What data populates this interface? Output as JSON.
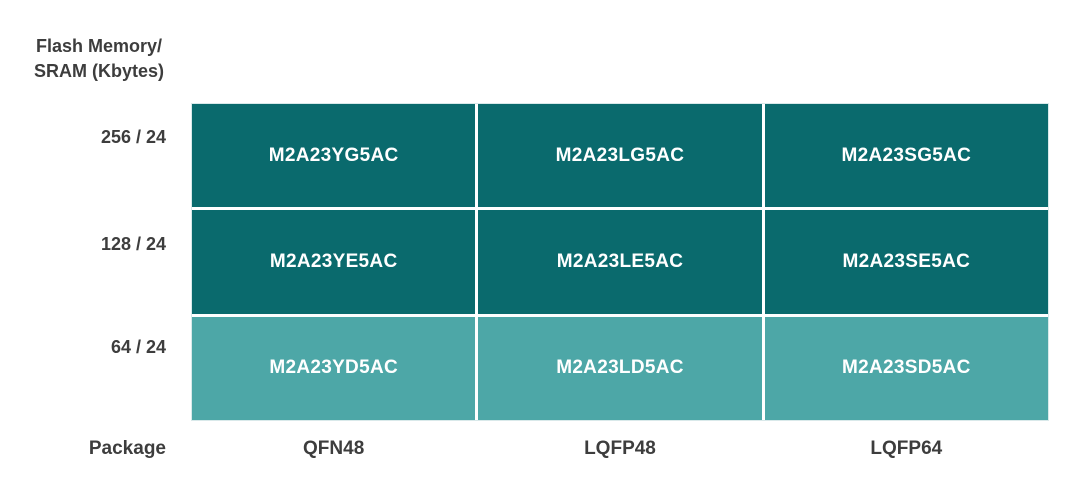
{
  "figure": {
    "row_axis_title_line1": "Flash Memory/",
    "row_axis_title_line2": "SRAM (Kbytes)"
  },
  "chart_data": {
    "type": "table",
    "title": "",
    "row_axis_label": "Flash Memory/ SRAM (Kbytes)",
    "col_axis_label": "Package",
    "row_categories": [
      "256 / 24",
      "128 / 24",
      "64 / 24"
    ],
    "col_categories": [
      "QFN48",
      "LQFP48",
      "LQFP64"
    ],
    "cells": [
      [
        "M2A23YG5AC",
        "M2A23LG5AC",
        "M2A23SG5AC"
      ],
      [
        "M2A23YE5AC",
        "M2A23LE5AC",
        "M2A23SE5AC"
      ],
      [
        "M2A23YD5AC",
        "M2A23LD5AC",
        "M2A23SD5AC"
      ]
    ],
    "cell_color_by_row": [
      "dark_teal",
      "dark_teal",
      "light_teal"
    ],
    "legend": "none",
    "grid": "white 3px separators between cells"
  },
  "colors": {
    "dark_teal": "#0A6A6D",
    "light_teal": "#4DA7A7",
    "cell_text": "#FFFFFF",
    "label_text": "#3D3D3D",
    "background": "#FFFFFF"
  }
}
